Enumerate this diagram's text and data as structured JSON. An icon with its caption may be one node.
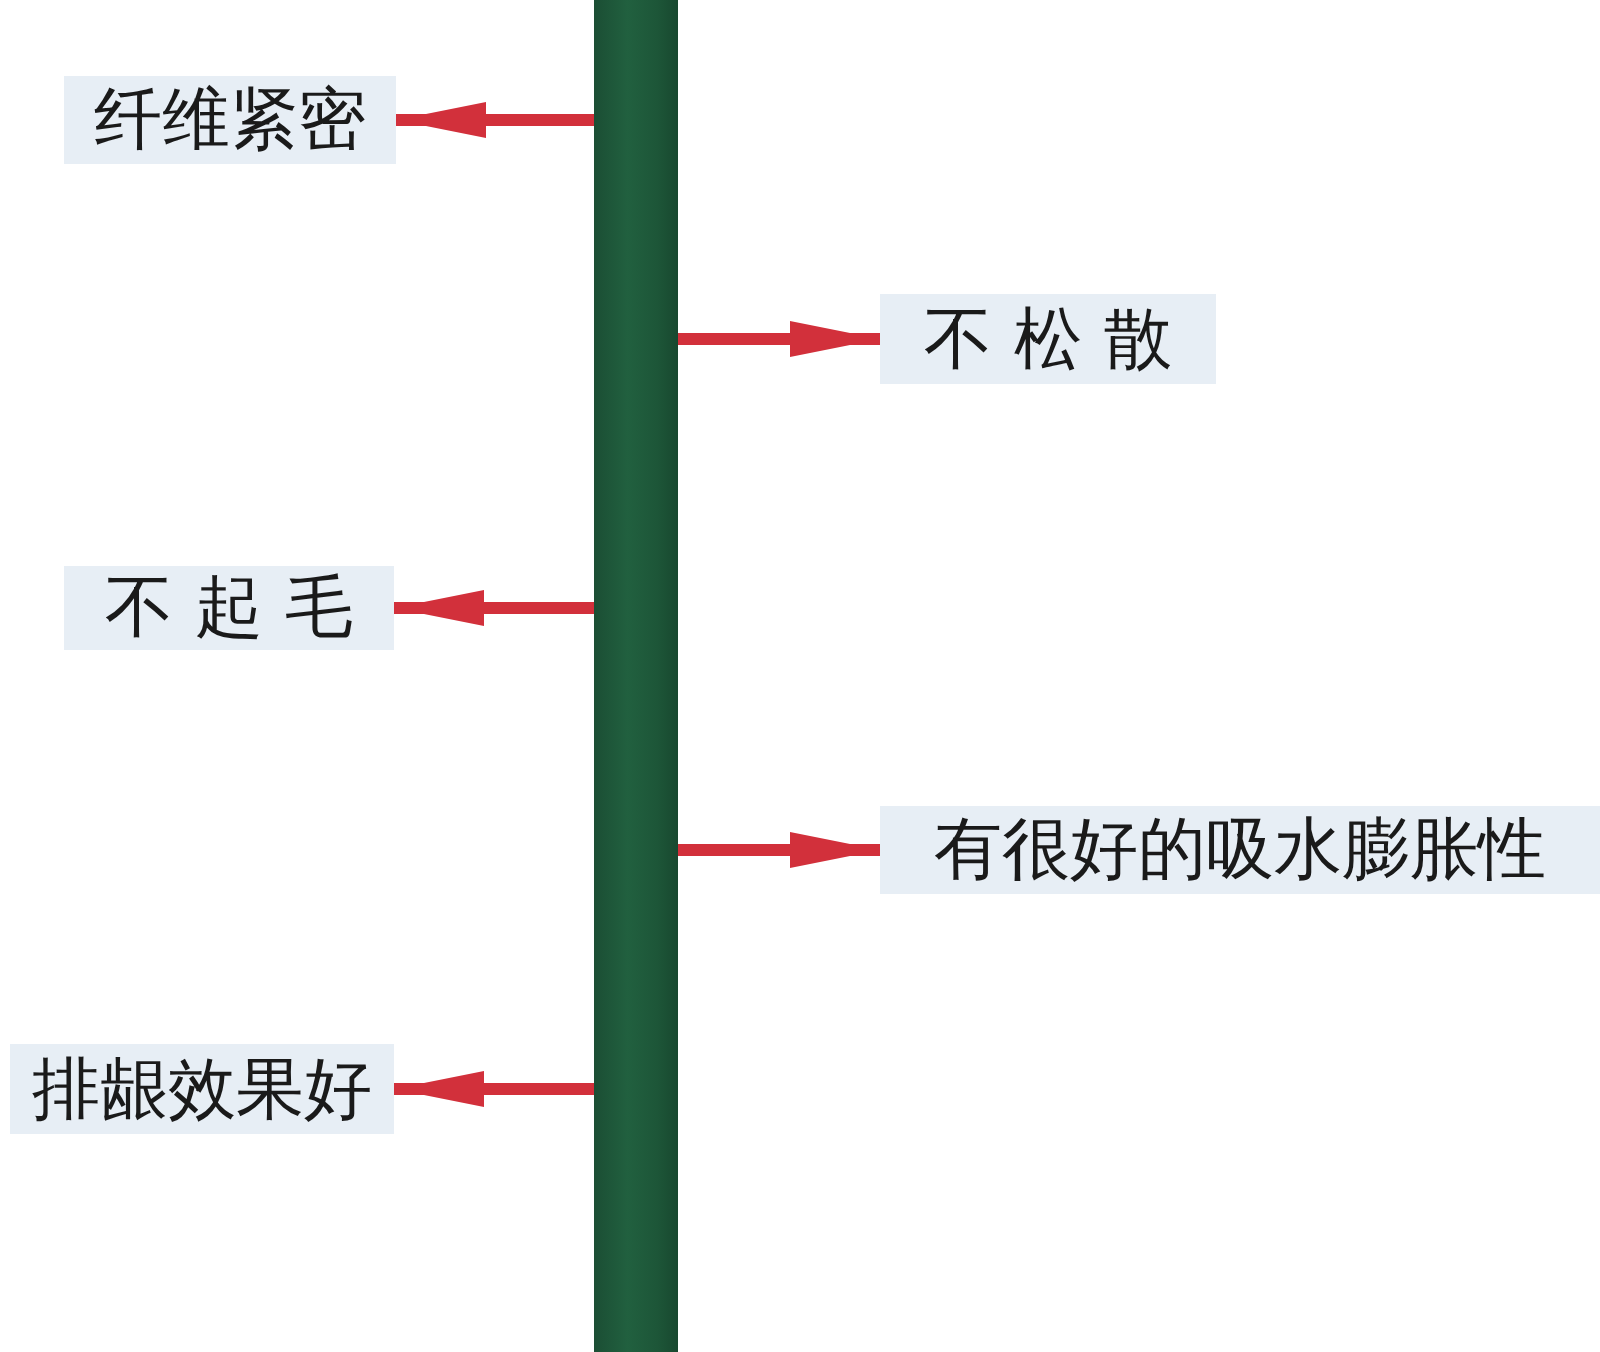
{
  "diagram": {
    "nodes": [
      {
        "text": [],
        "shape": "bar"
      },
      {
        "text": [
          "纤维紧密"
        ]
      },
      {
        "text": [
          "不松散"
        ]
      },
      {
        "text": [
          "不起毛"
        ]
      },
      {
        "text": [
          "有很好的吸水膨胀性"
        ]
      },
      {
        "text": [
          "排龈效果好"
        ]
      }
    ],
    "edges": [
      {
        "from": 0,
        "to": 1,
        "arrow": "to"
      },
      {
        "from": 0,
        "to": 2,
        "arrow": "to"
      },
      {
        "from": 0,
        "to": 3,
        "arrow": "to"
      },
      {
        "from": 0,
        "to": 4,
        "arrow": "to"
      },
      {
        "from": 0,
        "to": 5,
        "arrow": "to"
      }
    ]
  }
}
